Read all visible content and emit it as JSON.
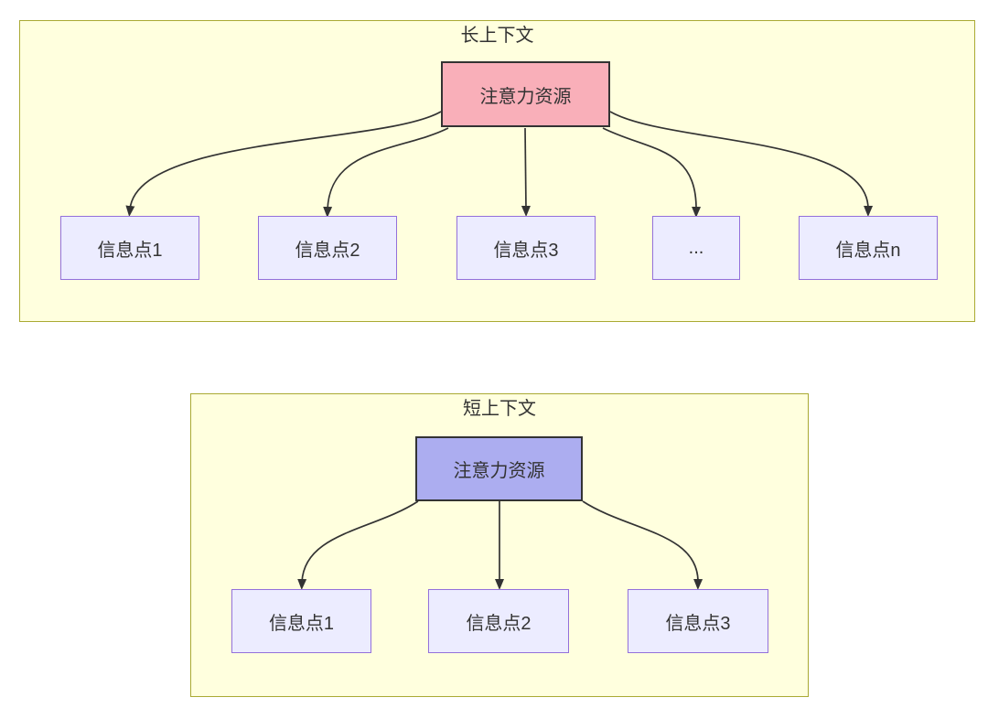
{
  "diagram": {
    "clusters": [
      {
        "id": "long-context",
        "title": "长上下文",
        "root": {
          "label": "注意力资源"
        },
        "children": [
          {
            "label": "信息点1"
          },
          {
            "label": "信息点2"
          },
          {
            "label": "信息点3"
          },
          {
            "label": "..."
          },
          {
            "label": "信息点n"
          }
        ]
      },
      {
        "id": "short-context",
        "title": "短上下文",
        "root": {
          "label": "注意力资源"
        },
        "children": [
          {
            "label": "信息点1"
          },
          {
            "label": "信息点2"
          },
          {
            "label": "信息点3"
          }
        ]
      }
    ],
    "colors": {
      "cluster_fill": "#ffffde",
      "cluster_border": "#aaaa33",
      "node_fill": "#ececff",
      "node_border": "#9370db",
      "long_root_fill": "#f9afb9",
      "short_root_fill": "#acadf0",
      "root_border": "#333333",
      "arrow": "#333333",
      "text": "#333333"
    }
  }
}
